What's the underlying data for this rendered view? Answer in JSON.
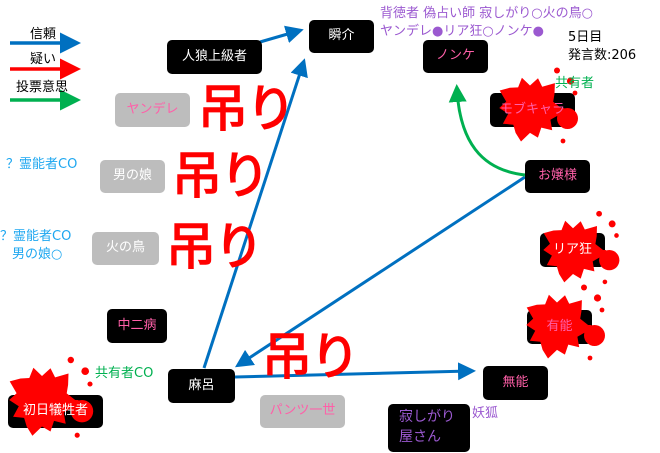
{
  "legend": [
    {
      "label": "信頼",
      "color": "#0070c0"
    },
    {
      "label": "疑い",
      "color": "#ff0000"
    },
    {
      "label": "投票意思",
      "color": "#00b050"
    }
  ],
  "roles_summary": {
    "line1": "背徳者 偽占い師 寂しがり○火の鳥○",
    "line2": "ヤンデレ●リア狂○ノンケ●"
  },
  "day": "5日目",
  "message_count": "発言数:206",
  "players": {
    "jinro_jokyu": "人狼上級者",
    "shunsuke": "瞬介",
    "nonke": "ノンケ",
    "yandere": "ヤンデレ",
    "mob": "モブキャラ",
    "ojousama": "お嬢様",
    "otokonoko": "男の娘",
    "hinotori": "火の鳥",
    "riakyo": "リア狂",
    "chunibyo": "中二病",
    "yuno": "有能",
    "maro": "麻呂",
    "shonichi": "初日犠牲者",
    "pantsu": "パンツ一世",
    "muno": "無能",
    "sabishigari": "寂しがり屋さん"
  },
  "annotations": {
    "kyoyu": "共有者",
    "reino1": "？霊能者CO",
    "reino2": "？霊能者CO",
    "otokonoko_white": "男の娘○",
    "kyoyu_co": "共有者CO",
    "yoko": "妖狐"
  },
  "hanged_label": "吊り",
  "colors": {
    "trust": "#0070c0",
    "suspect": "#ff0000",
    "vote": "#00b050",
    "blood": "#ff0000"
  }
}
